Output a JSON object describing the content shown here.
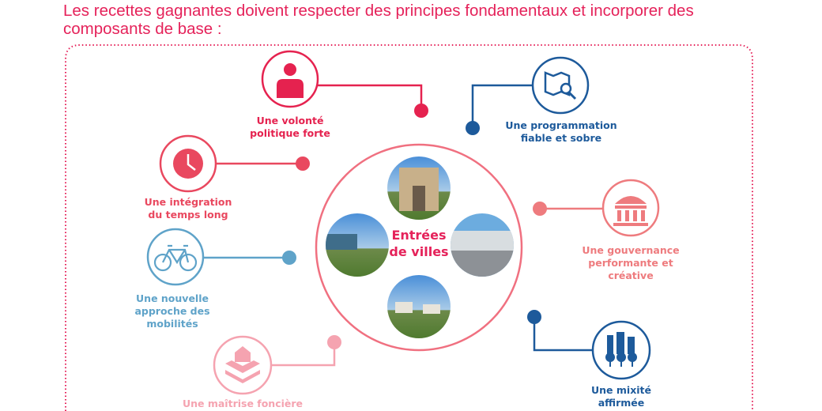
{
  "title": "Les recettes gagnantes doivent respecter des principes fondamentaux et incorporer des composants de base :",
  "center_label": {
    "line1": "Entrées",
    "line2": "de villes"
  },
  "items": [
    {
      "l1": "Une volonté",
      "l2": "politique forte",
      "color": "#e5224f",
      "icon": "politician-icon"
    },
    {
      "l1": "Une programmation",
      "l2": "fiable et sobre",
      "color": "#1d5a9b",
      "icon": "map-search-icon"
    },
    {
      "l1": "Une intégration",
      "l2": "du temps long",
      "color": "#e9485f",
      "icon": "clock-icon"
    },
    {
      "l1": "Une gouvernance",
      "l2": "performante et",
      "l3": "créative",
      "color": "#ee7b7e",
      "icon": "town-hall-icon"
    },
    {
      "l1": "Une nouvelle",
      "l2": "approche des",
      "l3": "mobilités",
      "color": "#5fa3c9",
      "icon": "bicycle-icon"
    },
    {
      "l1": "Une mixité",
      "l2": "affirmée",
      "color": "#1d5a9b",
      "icon": "buildings-trees-icon"
    },
    {
      "l1": "Une maîtrise foncière",
      "color": "#f5a3b0",
      "icon": "land-house-icon"
    }
  ]
}
